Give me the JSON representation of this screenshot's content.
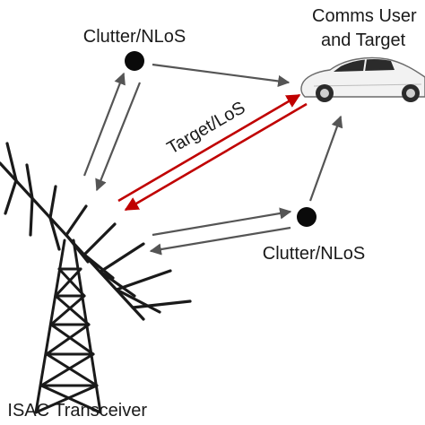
{
  "labels": {
    "clutter_top": "Clutter/NLoS",
    "clutter_bottom": "Clutter/NLoS",
    "comms_user_line1": "Comms User",
    "comms_user_line2": "and Target",
    "target_los": "Target/LoS",
    "transceiver": "ISAC Transceiver"
  },
  "colors": {
    "ink": "#1a1a1a",
    "arrow_gray": "#555555",
    "los_red": "#c00000",
    "car_body": "#f2f2f2",
    "car_glass": "#2b2b2b"
  },
  "icons": {
    "antenna": "log-periodic-antenna-icon",
    "tower": "lattice-tower-icon",
    "car": "car-icon",
    "scatterer": "dot-icon"
  }
}
